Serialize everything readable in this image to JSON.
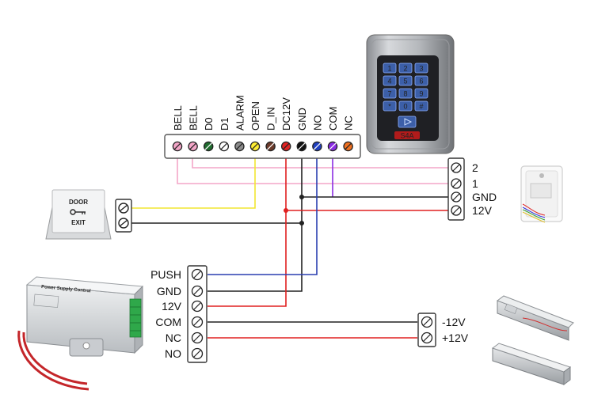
{
  "controller_terminals": [
    {
      "label": "BELL",
      "color": "#f4a6c8"
    },
    {
      "label": "BELL",
      "color": "#f4a6c8"
    },
    {
      "label": "D0",
      "color": "#1f6b2e"
    },
    {
      "label": "D1",
      "color": "#ffffff"
    },
    {
      "label": "ALARM",
      "color": "#8c8c8c"
    },
    {
      "label": "OPEN",
      "color": "#ffee33"
    },
    {
      "label": "D_IN",
      "color": "#6b3a2a"
    },
    {
      "label": "DC12V",
      "color": "#e02020"
    },
    {
      "label": "GND",
      "color": "#111111"
    },
    {
      "label": "NO",
      "color": "#2040c0"
    },
    {
      "label": "COM",
      "color": "#8a2be2"
    },
    {
      "label": "NC",
      "color": "#f07020"
    }
  ],
  "bell_terminals": [
    "2",
    "1",
    "GND",
    "12V"
  ],
  "power_terminals": [
    "PUSH",
    "GND",
    "12V",
    "COM",
    "NC",
    "NO"
  ],
  "lock_terminals": [
    "-12V",
    "+12V"
  ],
  "keypad": {
    "keys": [
      "1",
      "2",
      "3",
      "4",
      "5",
      "6",
      "7",
      "8",
      "9",
      "*",
      "0",
      "#"
    ],
    "brand": "S4A"
  },
  "exit_button": {
    "line1": "DOOR",
    "line2": "EXIT"
  },
  "power_supply": {
    "title": "Power Supply Control"
  },
  "wire_colors": {
    "pink": "#f4a6c8",
    "yellow": "#f2e632",
    "black": "#222222",
    "red": "#e02020",
    "blue": "#2a3fb0",
    "purple": "#8a2be2"
  }
}
